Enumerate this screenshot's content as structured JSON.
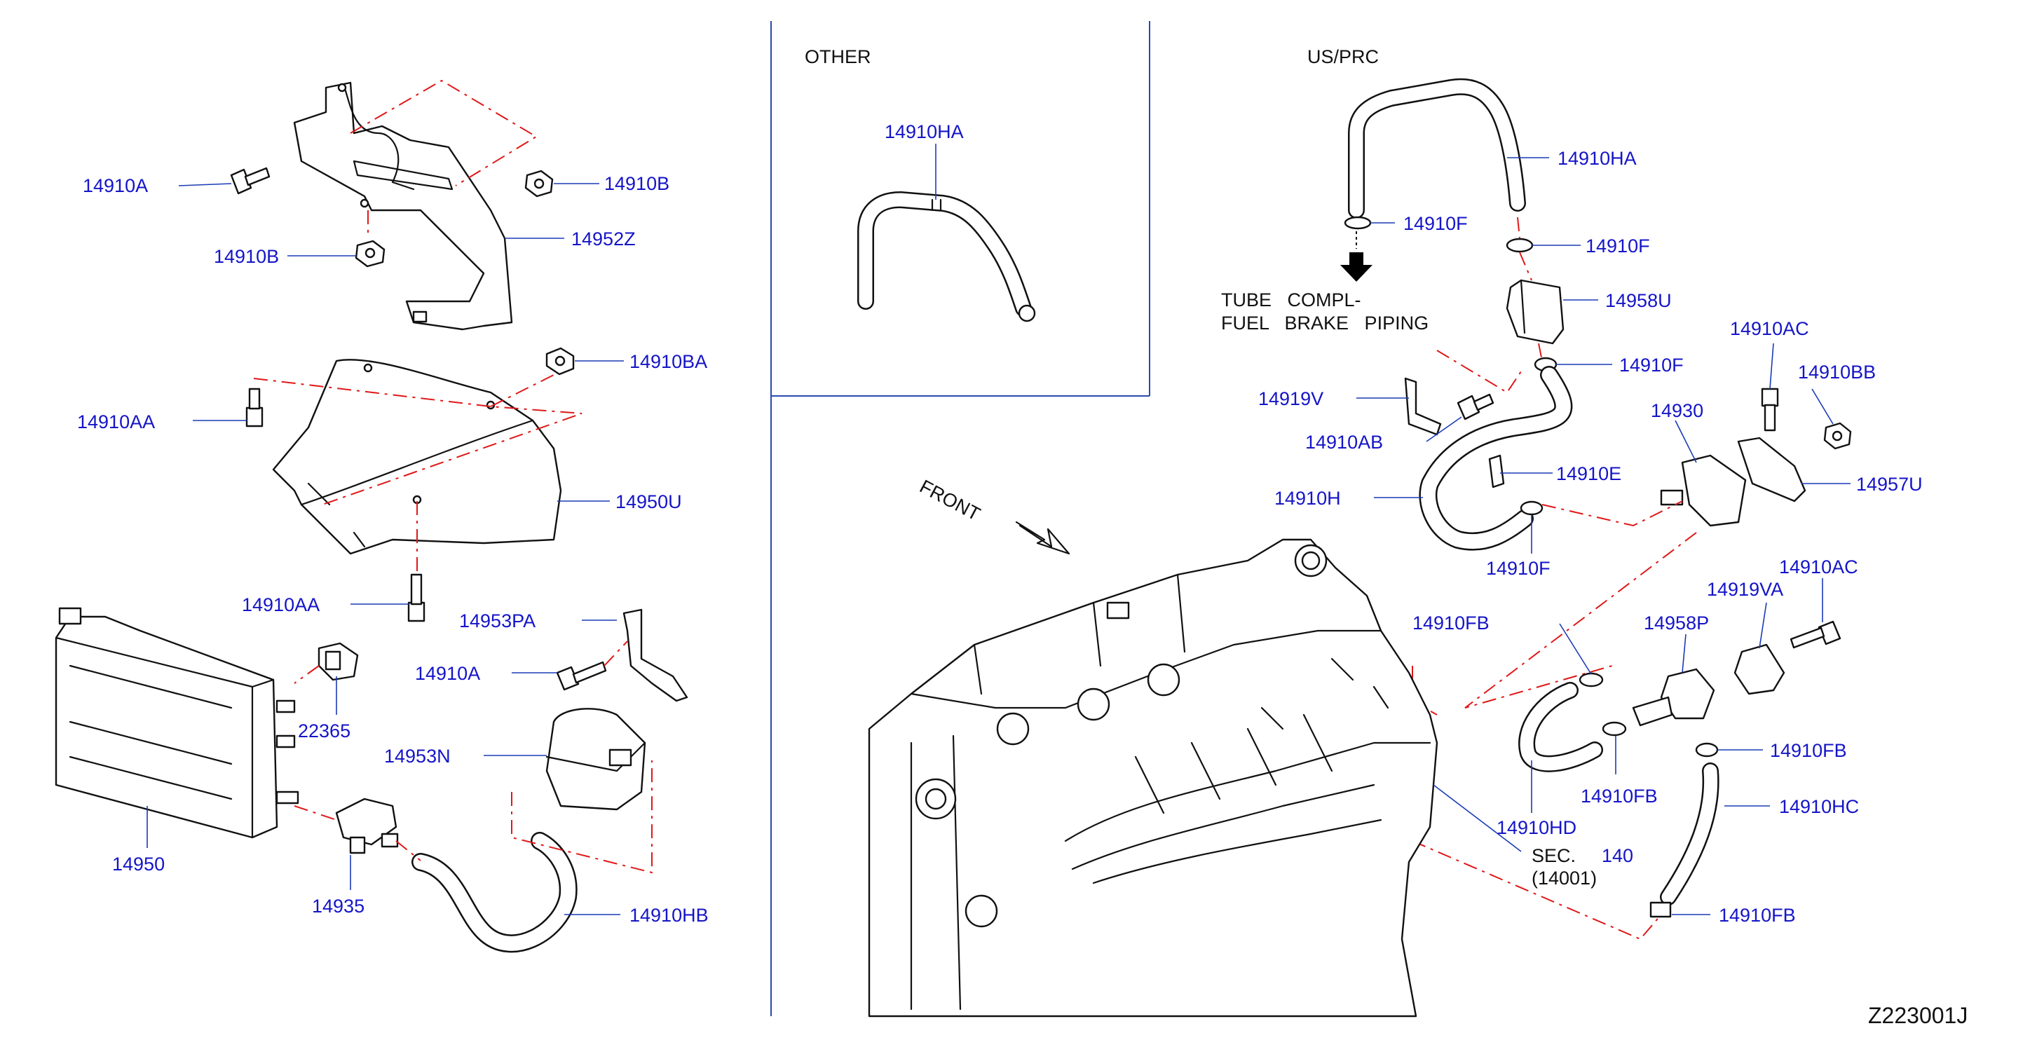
{
  "sections": {
    "other": "OTHER",
    "us_prc": "US/PRC"
  },
  "front_label": "FRONT",
  "note": {
    "line1": "TUBE   COMPL-",
    "line2": "FUEL   BRAKE   PIPING"
  },
  "sec_ref": {
    "line1": "SEC.",
    "num": "140",
    "line2": "(14001)"
  },
  "diagram_id": "Z223001J",
  "labels": {
    "l_14910A_top": "14910A",
    "l_14910B_right": "14910B",
    "l_14952Z": "14952Z",
    "l_14910B_left": "14910B",
    "l_14910BA": "14910BA",
    "l_14910AA_top": "14910AA",
    "l_14950U": "14950U",
    "l_14910AA_bottom": "14910AA",
    "l_14953PA": "14953PA",
    "l_14910A_mid": "14910A",
    "l_22365": "22365",
    "l_14953N": "14953N",
    "l_14950": "14950",
    "l_14935": "14935",
    "l_14910HB": "14910HB",
    "l_14910HA_other": "14910HA",
    "l_14910HA_us": "14910HA",
    "l_14910F_1": "14910F",
    "l_14910F_2": "14910F",
    "l_14958U": "14958U",
    "l_14910F_3": "14910F",
    "l_14919V": "14919V",
    "l_14910AB": "14910AB",
    "l_14910E": "14910E",
    "l_14910H": "14910H",
    "l_14910F_4": "14910F",
    "l_14930": "14930",
    "l_14910AC_top": "14910AC",
    "l_14910BB": "14910BB",
    "l_14957U": "14957U",
    "l_14910AC_mid": "14910AC",
    "l_14919VA": "14919VA",
    "l_14958P": "14958P",
    "l_14910FB_top": "14910FB",
    "l_14910FB_mid": "14910FB",
    "l_14910FB_right": "14910FB",
    "l_14910HC": "14910HC",
    "l_14910HD": "14910HD",
    "l_14910FB_bottom": "14910FB"
  }
}
